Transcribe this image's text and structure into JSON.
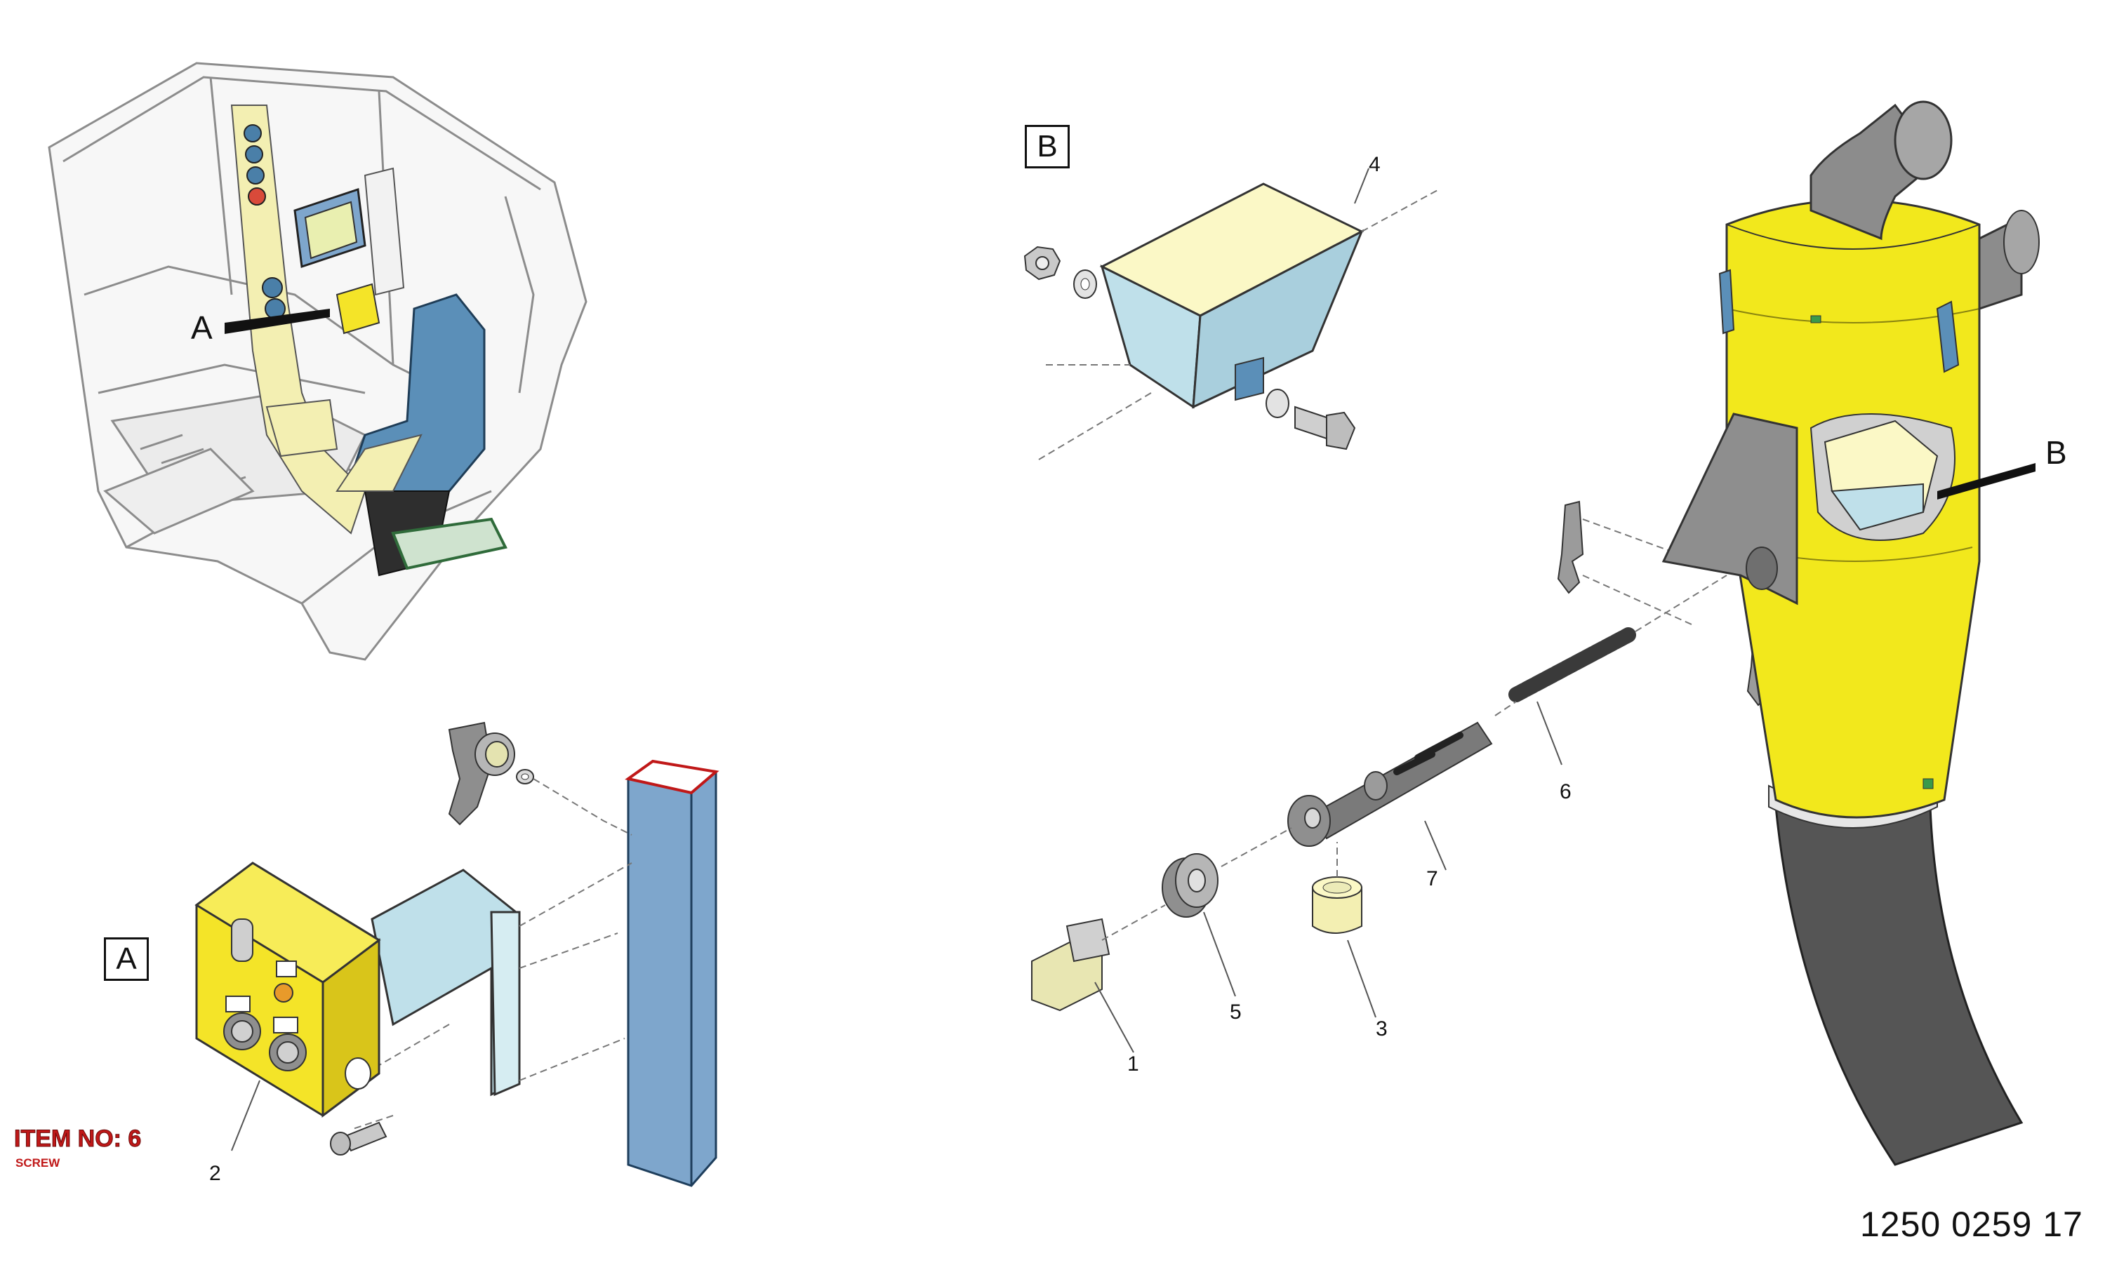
{
  "callouts": {
    "cab_a": "A",
    "box_a": "A",
    "box_b": "B",
    "tank_b": "B",
    "p1": "1",
    "p2": "2",
    "p3": "3",
    "p4": "4",
    "p5": "5",
    "p6": "6",
    "p7": "7"
  },
  "item_note": {
    "title": "ITEM NO: 6",
    "subtitle": "SCREW"
  },
  "document_number": "1250 0259 17",
  "colors": {
    "tank_yellow": "#f2e81c",
    "panel_yellow": "#f4e428",
    "steel_blue": "#7ea6cc",
    "light_blue": "#bfe0ea",
    "pale_yellow": "#fbf8c6",
    "hose_gray": "#555555",
    "item_red": "#c01818"
  }
}
